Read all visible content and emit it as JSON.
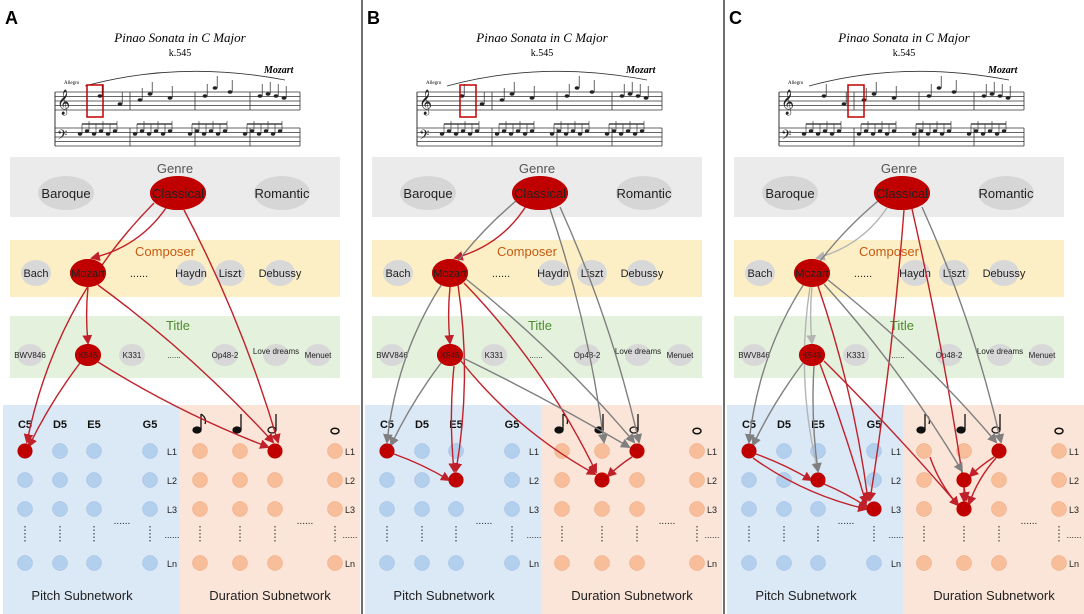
{
  "panels": [
    {
      "letter": "A",
      "score_title": "Pinao Sonata in C Major",
      "score_subtitle": "k.545",
      "score_composer": "Mozart",
      "score_tempo": "Allegro"
    },
    {
      "letter": "B",
      "score_title": "Pinao Sonata in C Major",
      "score_subtitle": "k.545",
      "score_composer": "Mozart",
      "score_tempo": "Allegro"
    },
    {
      "letter": "C",
      "score_title": "Pinao Sonata in C Major",
      "score_subtitle": "k.545",
      "score_composer": "Mozart",
      "score_tempo": "Allegro"
    }
  ],
  "genre": {
    "header": "Genre",
    "nodes": [
      "Baroque",
      "Classical",
      "Romantic"
    ]
  },
  "composer": {
    "header": "Composer",
    "nodes": [
      "Bach",
      "Mozart",
      "......",
      "Haydn",
      "Liszt",
      "Debussy"
    ]
  },
  "title": {
    "header": "Title",
    "nodes": [
      "BWV846",
      "K545",
      "K331",
      "......",
      "Op48-2",
      "Love dreams",
      "Menuet"
    ]
  },
  "pitch": {
    "label": "Pitch Subnetwork",
    "columns": [
      "C5",
      "D5",
      "E5",
      "G5"
    ],
    "layers": [
      "L1",
      "L2",
      "L3",
      "......",
      "Ln"
    ],
    "ellipsis": "......"
  },
  "duration": {
    "label": "Duration Subnetwork",
    "notes": [
      "eighth-note-icon",
      "quarter-note-icon",
      "half-note-icon",
      "whole-note-icon"
    ],
    "layers": [
      "L1",
      "L2",
      "L3",
      "......",
      "Ln"
    ],
    "ellipsis": "......"
  },
  "colors": {
    "active_node": "#c00000",
    "active_edge": "#c0202a",
    "gray_edge": "#7f7f7f",
    "light_edge": "#b4b4b4",
    "genre_band": "#ebebeb",
    "composer_band": "#fdefc5",
    "title_band": "#e4f1dc",
    "pitch_band": "#dbe8f5",
    "duration_band": "#fbe5d8",
    "pitch_node": "#b3cfee",
    "duration_node": "#f8be9a",
    "inactive_node": "#d8d8d8",
    "composer_text": "#c55a11",
    "title_text": "#4c8b2e"
  }
}
